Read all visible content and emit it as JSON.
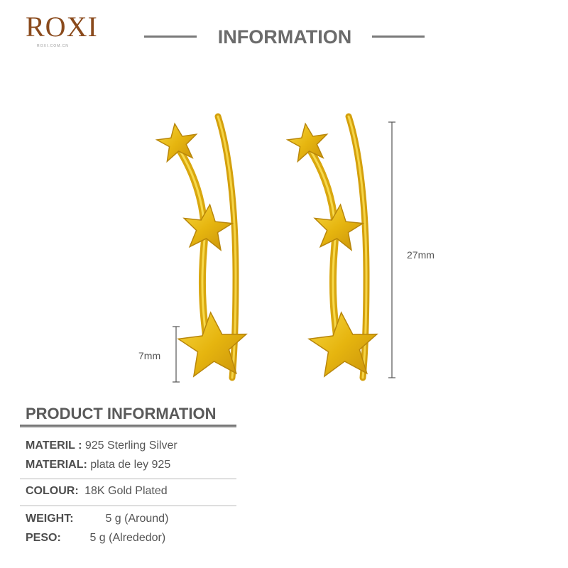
{
  "brand": {
    "logo_text": "ROXI",
    "logo_subtext": "ROXI.COM.CN"
  },
  "header": {
    "title": "INFORMATION"
  },
  "product_image": {
    "description_icon": "star-ear-climber-earrings",
    "color": "#e6b50f",
    "dimensions": {
      "height_label": "27mm",
      "star_label": "7mm"
    }
  },
  "product_info": {
    "title": "PRODUCT INFORMATION",
    "rows": [
      {
        "label": "MATERIL :",
        "value": "925 Sterling Silver"
      },
      {
        "label": "MATERIAL:",
        "value": "plata de ley 925"
      },
      {
        "label": "COLOUR:",
        "value": "18K Gold Plated"
      },
      {
        "label": "WEIGHT:",
        "value": "5 g (Around)"
      },
      {
        "label": "PESO:",
        "value": "5 g (Alrededor)"
      }
    ]
  }
}
